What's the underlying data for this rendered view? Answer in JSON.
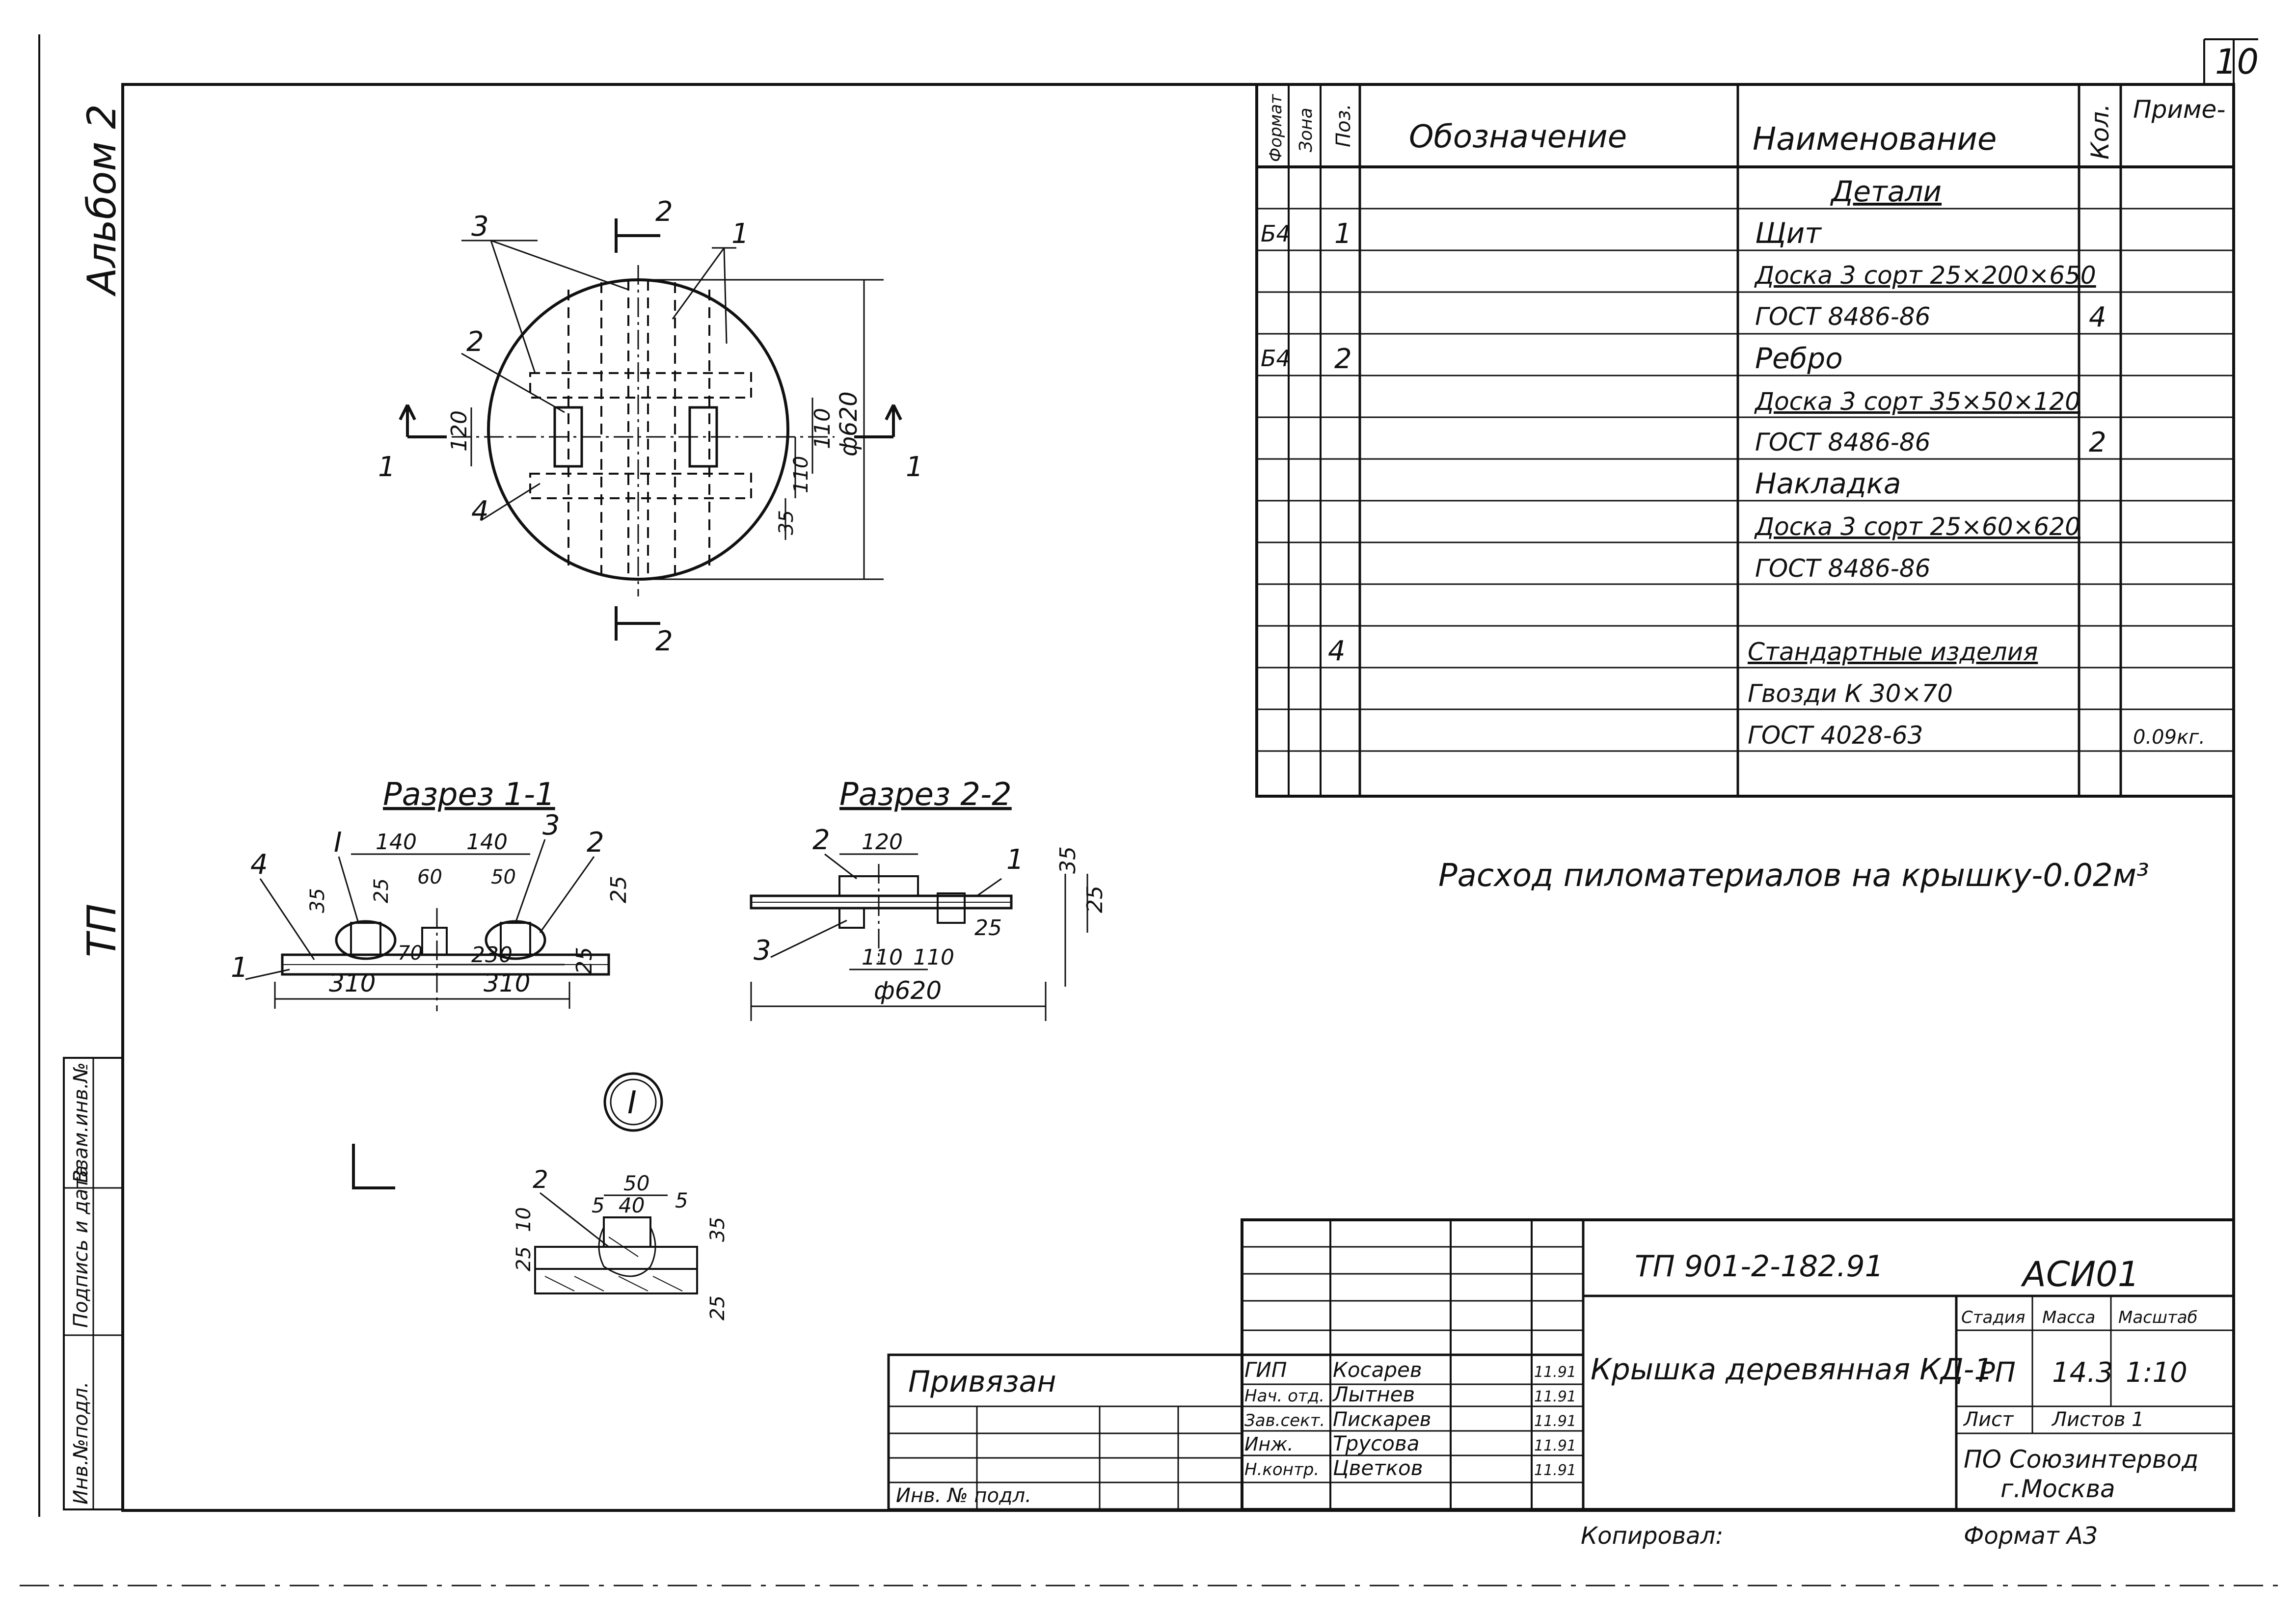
{
  "sheet": {
    "number": "10",
    "side_album": "Альбом 2",
    "side_tp": "ТП",
    "side_fields": [
      "Инв.№подл.",
      "Подпись и дата",
      "Взам.инв.№"
    ]
  },
  "spec": {
    "headers": {
      "format": "Формат",
      "zone": "Зона",
      "pos": "Поз.",
      "designation": "Обозначение",
      "name": "Наименование",
      "qty": "Кол.",
      "note": "Приме-"
    },
    "rows": [
      {
        "format": "",
        "pos": "",
        "name": "Детали",
        "qty": "",
        "note": ""
      },
      {
        "format": "Б4",
        "pos": "1",
        "name": "Щит",
        "qty": "",
        "note": ""
      },
      {
        "format": "",
        "pos": "",
        "name": "Доска 3 сорт 25×200×650",
        "qty": "",
        "note": ""
      },
      {
        "format": "",
        "pos": "",
        "name": "ГОСТ 8486-86",
        "qty": "4",
        "note": ""
      },
      {
        "format": "Б4",
        "pos": "2",
        "name": "Ребро",
        "qty": "",
        "note": ""
      },
      {
        "format": "",
        "pos": "",
        "name": "Доска 3 сорт 35×50×120",
        "qty": "",
        "note": ""
      },
      {
        "format": "",
        "pos": "",
        "name": "ГОСТ 8486-86",
        "qty": "2",
        "note": ""
      },
      {
        "format": "",
        "pos": "",
        "name": "Накладка",
        "qty": "",
        "note": ""
      },
      {
        "format": "",
        "pos": "",
        "name": "Доска 3 сорт 25×60×620",
        "qty": "",
        "note": ""
      },
      {
        "format": "",
        "pos": "",
        "name": "ГОСТ 8486-86",
        "qty": "",
        "note": ""
      },
      {
        "format": "",
        "pos": "",
        "name": "",
        "qty": "",
        "note": ""
      },
      {
        "format": "",
        "pos": "4",
        "name": "Стандартные изделия",
        "qty": "",
        "note": ""
      },
      {
        "format": "",
        "pos": "",
        "name": "Гвозди К 30×70",
        "qty": "",
        "note": ""
      },
      {
        "format": "",
        "pos": "",
        "name": "ГОСТ 4028-63",
        "qty": "",
        "note": "0.09кг."
      }
    ]
  },
  "consumption_note": "Расход пиломатериалов на крышку-0.02м³",
  "plan": {
    "labels": {
      "callout_1": "1",
      "callout_2": "2",
      "callout_3": "3",
      "callout_4": "4",
      "section_1": "1",
      "section_2": "2"
    },
    "dims": {
      "d120": "120",
      "d110a": "110",
      "d110b": "110",
      "d35": "35",
      "d620": "ф620"
    }
  },
  "section_11": {
    "title": "Разрез 1-1",
    "labels": {
      "detail": "I",
      "callout_1": "1",
      "callout_2": "2",
      "callout_3": "3",
      "callout_4": "4"
    },
    "dims": {
      "d140a": "140",
      "d140b": "140",
      "d60": "60",
      "d50": "50",
      "d35": "35",
      "d25a": "25",
      "d25b": "25",
      "d25c": "25",
      "d70": "70",
      "d230": "230",
      "d310a": "310",
      "d310b": "310"
    }
  },
  "section_22": {
    "title": "Разрез 2-2",
    "labels": {
      "callout_1": "1",
      "callout_2": "2",
      "callout_3": "3"
    },
    "dims": {
      "d120": "120",
      "d35": "35",
      "d25a": "25",
      "d25b": "25",
      "d110a": "110",
      "d110b": "110",
      "d620": "ф620"
    }
  },
  "detail_I": {
    "marker": "I",
    "labels": {
      "callout_2": "2"
    },
    "dims": {
      "d50": "50",
      "d40": "40",
      "d5a": "5",
      "d5b": "5",
      "d35": "35",
      "d10": "10",
      "d25a": "25",
      "d25b": "25"
    }
  },
  "title_block": {
    "doc_code": "ТП 901-2-182.91",
    "album_code": "АСИ01",
    "title": "Крышка деревянная КД-1",
    "stage_label": "Стадия",
    "mass_label": "Масса",
    "scale_label": "Масштаб",
    "stage": "РП",
    "mass": "14.3",
    "scale": "1:10",
    "sheet_label": "Лист",
    "sheets_label": "Листов 1",
    "org_line1": "ПО Союзинтервод",
    "org_line2": "г.Москва",
    "bound_label": "Привязан",
    "inv_label": "Инв. № подл.",
    "roles": [
      {
        "role": "ГИП",
        "name": "Косарев",
        "date": "11.91"
      },
      {
        "role": "Нач. отд.",
        "name": "Лытнев",
        "date": "11.91"
      },
      {
        "role": "Зав.сект.",
        "name": "Пискарев",
        "date": "11.91"
      },
      {
        "role": "Инж.",
        "name": "Трусова",
        "date": "11.91"
      },
      {
        "role": "Н.контр.",
        "name": "Цветков",
        "date": "11.91"
      }
    ]
  },
  "footer": {
    "copied": "Копировал:",
    "format": "Формат А3"
  }
}
